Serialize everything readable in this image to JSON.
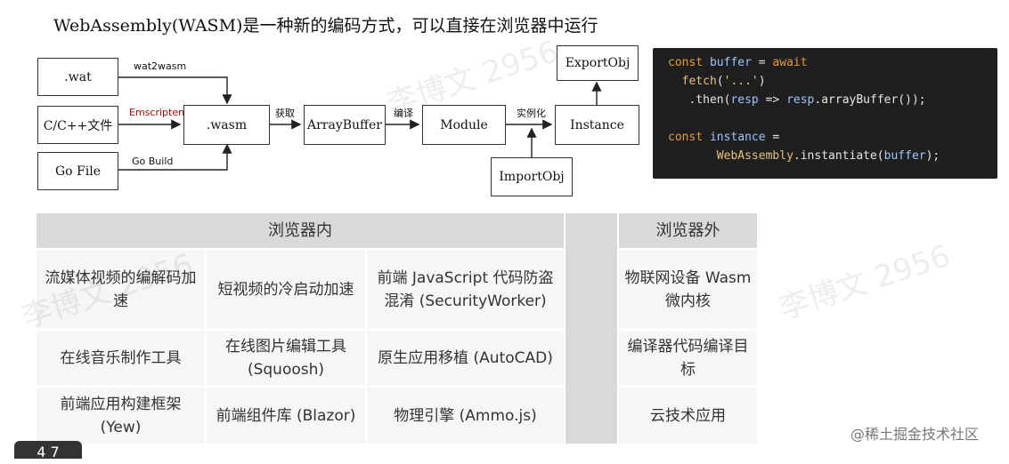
{
  "title": "WebAssembly(WASM)是一种新的编码方式，可以直接在浏览器中运行",
  "diagram": {
    "boxes": {
      "wat": ".wat",
      "cpp": "C/C++文件",
      "gofile": "Go File",
      "wasm": ".wasm",
      "arraybuffer": "ArrayBuffer",
      "module": "Module",
      "instance": "Instance",
      "exportobj": "ExportObj",
      "importobj": "ImportObj"
    },
    "edges": {
      "wat2wasm": "wat2wasm",
      "emscripten": "Emscripten",
      "gobuild": "Go Build",
      "fetch": "获取",
      "compile": "编译",
      "instantiate": "实例化"
    },
    "emscripten_color": "#c00000"
  },
  "code": {
    "l1_kw": "const",
    "l1_var": "buffer",
    "l1_eq": " = ",
    "l1_kw2": "await",
    "l2_fn": "fetch",
    "l2_open": "(",
    "l2_str": "'...'",
    "l2_close": ")",
    "l3_a": ".then(",
    "l3_b": "resp",
    "l3_c": " => ",
    "l3_d": "resp",
    "l3_e": ".arrayBuffer());",
    "l5_kw": "const",
    "l5_var": "instance",
    "l5_eq": " =",
    "l6_a": "WebAssembly",
    "l6_b": ".instantiate(",
    "l6_c": "buffer",
    "l6_d": ");"
  },
  "table": {
    "header_in": "浏览器内",
    "header_out": "浏览器外",
    "rows": [
      [
        "流媒体视频的编解码加速",
        "短视频的冷启动加速",
        "前端 JavaScript 代码防盗混淆 (SecurityWorker)",
        "物联网设备 Wasm 微内核"
      ],
      [
        "在线音乐制作工具",
        "在线图片编辑工具 (Squoosh)",
        "原生应用移植 (AutoCAD)",
        "编译器代码编译目标"
      ],
      [
        "前端应用构建框架 (Yew)",
        "前端组件库 (Blazor)",
        "物理引擎 (Ammo.js)",
        "云技术应用"
      ]
    ]
  },
  "watermark": "李博文 2956",
  "credit": "@稀土掘金技术社区",
  "page_tab": "4 7"
}
